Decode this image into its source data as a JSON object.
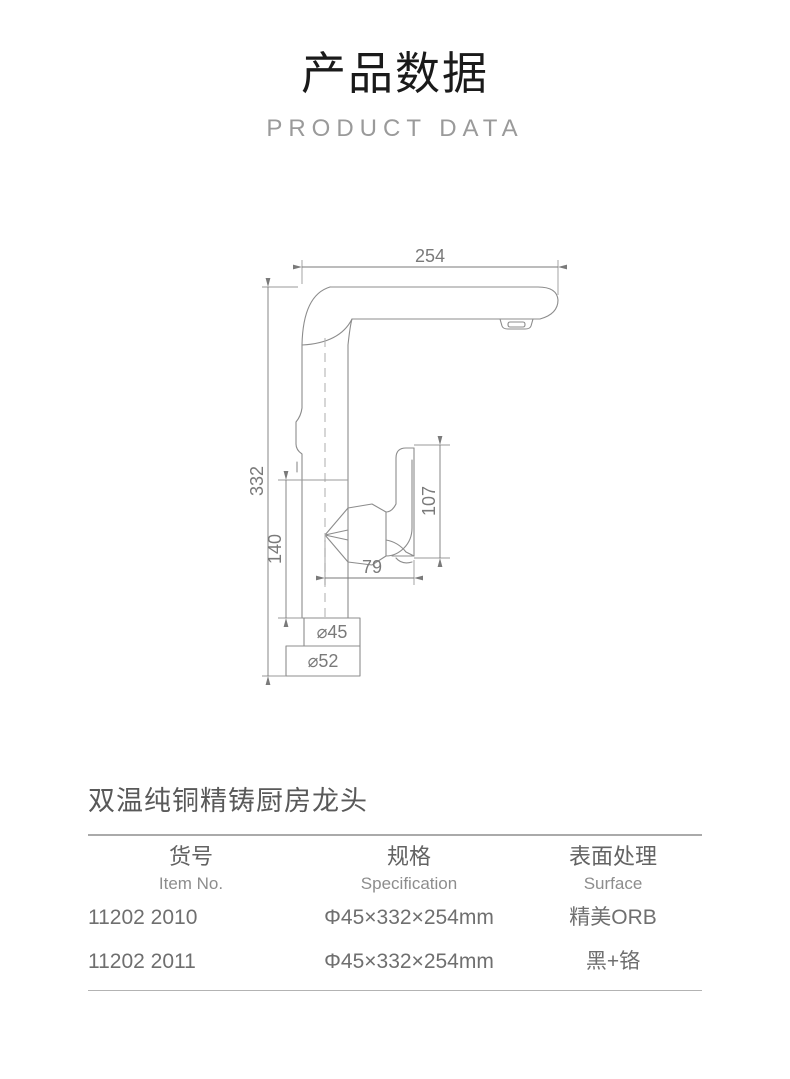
{
  "header": {
    "title_cn": "产品数据",
    "title_en": "PRODUCT DATA"
  },
  "drawing": {
    "name": "faucet-technical-drawing",
    "line_color": "#8c8c8c",
    "dim_color": "#7a7a7a",
    "dimensions": {
      "width_top": "254",
      "height_total": "332",
      "height_spout_base": "140",
      "handle_height": "107",
      "handle_reach": "79",
      "base_diameter_inner": "⌀45",
      "base_diameter_outer": "⌀52"
    }
  },
  "product": {
    "title": "双温纯铜精铸厨房龙头",
    "columns": [
      {
        "cn": "货号",
        "en": "Item No."
      },
      {
        "cn": "规格",
        "en": "Specification"
      },
      {
        "cn": "表面处理",
        "en": "Surface"
      }
    ],
    "rows": [
      {
        "item_no": "11202 2010",
        "spec": "Φ45×332×254mm",
        "surface": "精美ORB"
      },
      {
        "item_no": "11202 2011",
        "spec": "Φ45×332×254mm",
        "surface": "黑+铬"
      }
    ]
  }
}
